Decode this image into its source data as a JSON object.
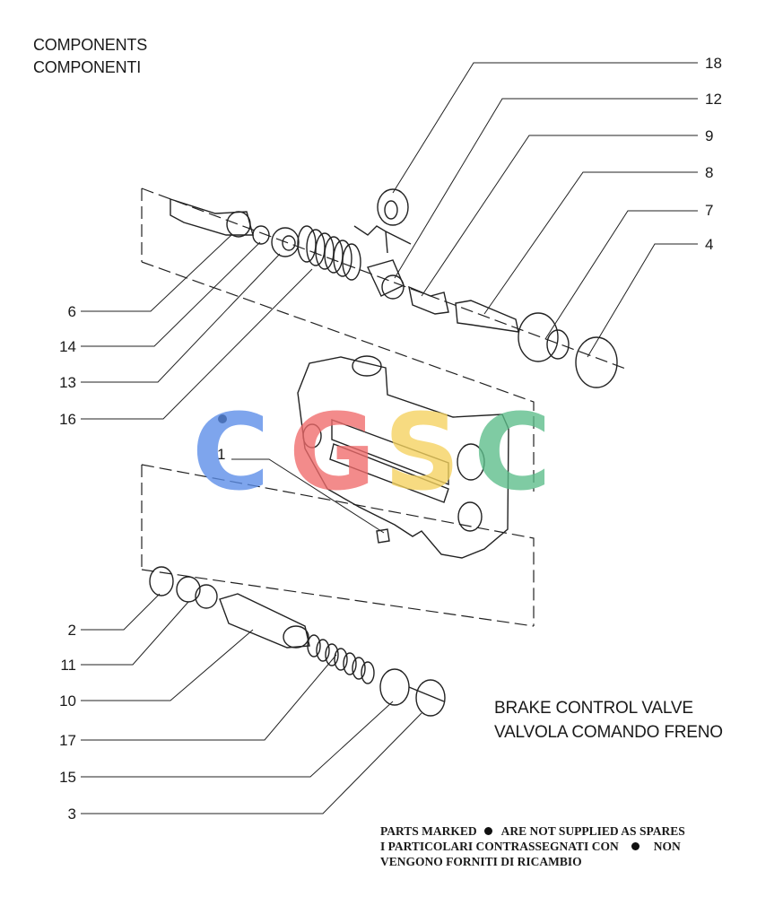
{
  "header": {
    "line1": "COMPONENTS",
    "line2": "COMPONENTI"
  },
  "title": {
    "line1": "BRAKE CONTROL VALVE",
    "line2": "VALVOLA COMANDO FRENO"
  },
  "footnote": {
    "line1_pre": "PARTS MARKED",
    "line1_post": "ARE NOT SUPPLIED AS SPARES",
    "line2_pre": "I PARTICOLARI CONTRASSEGNATI CON",
    "line2_post": "NON",
    "line3": "VENGONO FORNITI DI RICAMBIO"
  },
  "callouts": {
    "right": [
      "18",
      "12",
      "9",
      "8",
      "7",
      "4"
    ],
    "left_upper": [
      "6",
      "14",
      "13",
      "16"
    ],
    "center": "1",
    "left_lower": [
      "2",
      "11",
      "10",
      "17",
      "15",
      "3"
    ]
  },
  "watermark": {
    "letters": [
      "C",
      "G",
      "S",
      "C"
    ],
    "colors": [
      "#5b8de8",
      "#f06b6b",
      "#f5d25e",
      "#5cbd8a"
    ]
  },
  "colors": {
    "line": "#222222",
    "text": "#1a1a1a",
    "background": "#ffffff"
  }
}
